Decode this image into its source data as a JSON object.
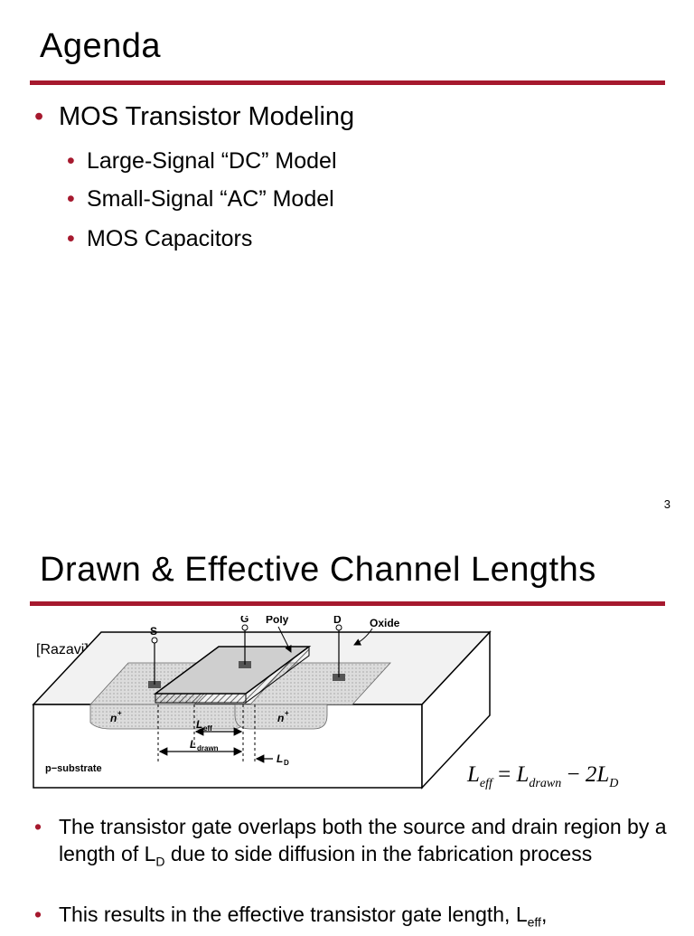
{
  "slide1": {
    "title": "Agenda",
    "bullet_main": "MOS Transistor Modeling",
    "sub_bullets": [
      "Large-Signal “DC” Model",
      "Small-Signal “AC” Model",
      "MOS Capacitors"
    ],
    "page_number": "3",
    "bullet_symbol": "•"
  },
  "slide2": {
    "title": "Drawn & Effective Channel Lengths",
    "citation": "[Razavi]",
    "figure_labels": {
      "s": "S",
      "g": "G",
      "poly": "Poly",
      "d": "D",
      "oxide": "Oxide",
      "n_plus_left": "n",
      "n_plus_right": "n",
      "plus": "+",
      "l_eff": "L",
      "l_eff_sub": "eff",
      "l_drawn": "L",
      "l_drawn_sub": "drawn",
      "l_d": "L",
      "l_d_sub": "D",
      "substrate": "p−substrate"
    },
    "equation": {
      "lhs": "L",
      "lhs_sub": "eff",
      "equals": "=",
      "term1": "L",
      "term1_sub": "drawn",
      "minus": "−",
      "term2": "2L",
      "term2_sub": "D"
    },
    "para1": {
      "before": "The transistor gate overlaps both the source and drain region by a length of L",
      "sub": "D",
      "after": " due to side diffusion in the fabrication process"
    },
    "para2": {
      "before": "This results in the effective transistor gate length, L",
      "sub": "eff",
      "after": ","
    }
  },
  "colors": {
    "accent": "#a6192e",
    "diagram_fill": "#d9d9d9"
  }
}
